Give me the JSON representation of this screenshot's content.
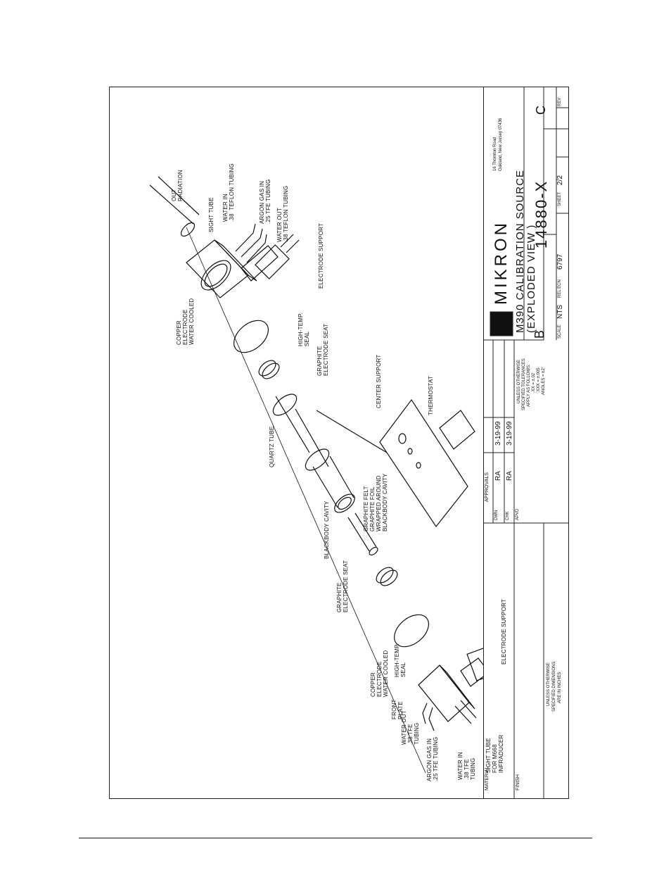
{
  "title_block": {
    "company": "MIKRON",
    "address_line1": "16 Thornton Road",
    "address_line2": "Oakland, New Jersey 07436",
    "title_line1": "M390 CALIBRATION SOURCE",
    "title_line2": "(EXPLODED VIEW )",
    "size": "B",
    "drawing_number": "14880-X",
    "rev_letter": "C",
    "scale_label": "SCALE",
    "scale_value": "NTS",
    "rel_ecn_label": "REL ECN",
    "rel_ecn_value": "6797",
    "sheet_label": "SHEET",
    "sheet_value": "2/2",
    "rev_label": "REV",
    "approvals_header": "APPROVALS",
    "dwn_label": "DWN",
    "dwn_initials": "RA",
    "dwn_date": "3-19-99",
    "chk_label": "CHK",
    "chk_initials": "RA",
    "chk_date": "3-19-99",
    "apvd_label": "APVD",
    "tolerance_text_1": "UNLESS OTHERWISE",
    "tolerance_text_2": "SPECIFIED TOLERANCES",
    "tolerance_text_3": "APPLY AS FOLLOWS:",
    "tolerance_text_4": ".XX = ±.02",
    "tolerance_text_5": ".XXX = ±.005",
    "tolerance_text_6": "ANGLES = ±2°",
    "material_label": "MATERIAL",
    "finish_label": "FINISH",
    "dimensions_note_1": "UNLESS OTHERWISE",
    "dimensions_note_2": "SPECIFIED DIMENSIONS",
    "dimensions_note_3": "ARE IN INCHES"
  },
  "labels": {
    "out_radiation": "OUT\nRADIATION",
    "sight_tube": "SIGHT TUBE",
    "water_in_top": "WATER IN\n.38  TEFLON TUBING",
    "argon_top": "ARGON GAS IN\n.25 TFE TUBING",
    "water_out_top": "WATER OUT\n.38 TEFLON TUBING",
    "electrode_support_top": "ELECTRODE SUPPORT",
    "copper_top": "COPPER\nELECTRODE\nWATER COOLED",
    "high_temp_top": "HIGH-TEMP.\nSEAL",
    "graphite_seat_top": "GRAPHITE\nELECTRODE SEAT",
    "center_support": "CENTER SUPPORT",
    "thermostat": "THERMOSTAT",
    "quartz_tube": "QUARTZ TUBE",
    "graphite_felt": "GRAPHITE FELT\nGRAPHITE FOIL\nWRAPPED AROUND\nBLACKBODY CAVITY",
    "blackbody_cavity": "BLACKBODY CAVITY",
    "graphite_seat_bottom": "GRAPHITE\nELECTRODE SEAT",
    "copper_bottom": "COPPER\nELECTRODE\nWATER COOLED",
    "high_temp_bottom": "HIGH-TEMP.\nSEAL",
    "front_plate": "FRONT\nPLATE",
    "water_out_bottom": "WATER OUT\n.38 TFE\nTUBING",
    "argon_bottom": "ARGON GAS IN\n.25 TFE TUBING",
    "water_in_bottom": "WATER IN\n.38 TFE\nTUBING",
    "sight_tube_m668": "SIGHT TUBE\nFOR M668\nINFRADUCER",
    "electrode_support_bottom": "ELECTRODE SUPPORT"
  }
}
